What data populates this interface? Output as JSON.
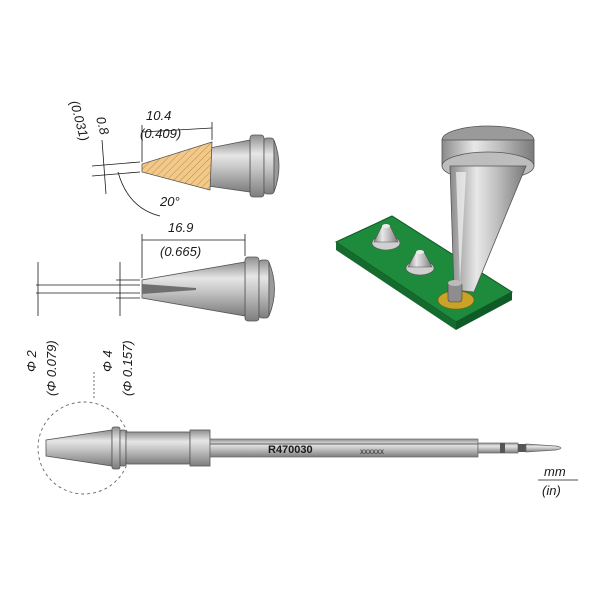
{
  "dims": {
    "tip_thickness": "0.8",
    "tip_thickness_in": "(0.031)",
    "bevel_len": "10.4",
    "bevel_len_in": "(0.409)",
    "bevel_angle": "20°",
    "cone_len": "16.9",
    "cone_len_in": "(0.665)",
    "inner_dia": "Φ 2",
    "inner_dia_in": "(Φ 0.079)",
    "outer_dia": "Φ 4",
    "outer_dia_in": "(Φ 0.157)"
  },
  "cartridge": {
    "part_number": "R470030",
    "batch_code": "xxxxxx"
  },
  "units": {
    "metric": "mm",
    "imperial": "(in)"
  },
  "colors": {
    "steel_light": "#d9d9d9",
    "steel_mid": "#b5b5b5",
    "steel_dark": "#8a8a8a",
    "tin_face": "#f2c98a",
    "pcb_green": "#1e8a3c",
    "pad_gold": "#c9a227"
  }
}
